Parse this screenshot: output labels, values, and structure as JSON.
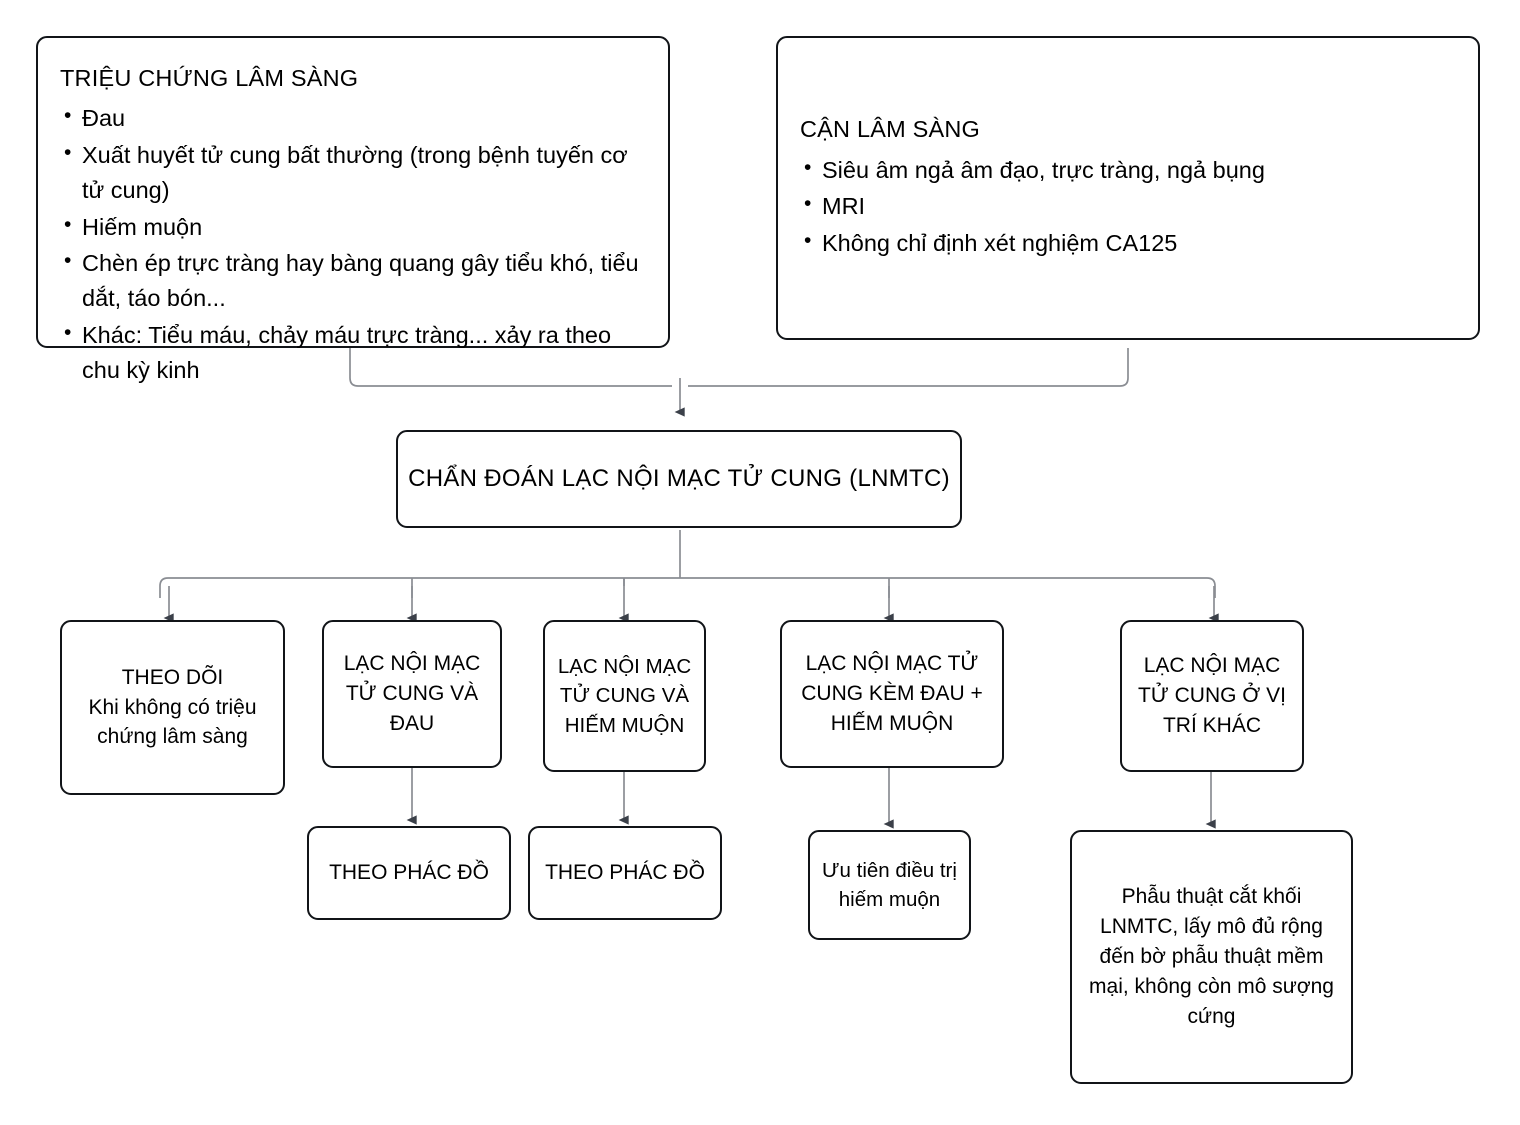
{
  "diagram": {
    "title": "CHẨN ĐOÁN LẠC NỘI MẠC TỬ CUNG (LNMTC)",
    "colors": {
      "box_border": "#111418",
      "connector_line": "#8a8d93",
      "arrow_head": "#3b4049",
      "background": "#ffffff",
      "text": "#000000"
    }
  },
  "clinical_panel": {
    "title": "TRIỆU CHỨNG LÂM SÀNG",
    "bullets": [
      "Đau",
      "Xuất huyết tử cung bất thường (trong bệnh tuyến cơ tử cung)",
      "Hiếm muộn",
      "Chèn ép trực tràng hay bàng quang gây tiểu khó, tiểu dắt, táo bón...",
      "Khác: Tiểu máu, chảy máu trực tràng... xảy ra theo chu kỳ kinh"
    ]
  },
  "paraclinical_panel": {
    "title": "CẬN LÂM SÀNG",
    "bullets": [
      "Siêu âm ngả âm đạo, trực tràng, ngả bụng",
      "MRI",
      "Không chỉ định xét nghiệm CA125"
    ]
  },
  "diagnosis_node": {
    "label": "CHẨN ĐOÁN LẠC NỘI MẠC TỬ CUNG (LNMTC)"
  },
  "branches": [
    {
      "title": "THEO DÕI",
      "subtitle": "Khi không có triệu chứng lâm sàng",
      "outcome": null
    },
    {
      "title": "LẠC NỘI MẠC TỬ CUNG VÀ ĐAU",
      "subtitle": null,
      "outcome": "THEO PHÁC ĐỒ"
    },
    {
      "title": "LẠC NỘI MẠC TỬ CUNG VÀ HIẾM MUỘN",
      "subtitle": null,
      "outcome": "THEO PHÁC ĐỒ"
    },
    {
      "title": "LẠC NỘI MẠC TỬ CUNG KÈM ĐAU + HIẾM MUỘN",
      "subtitle": null,
      "outcome": "Ưu tiên điều trị hiếm muộn"
    },
    {
      "title": "LẠC NỘI MẠC TỬ CUNG Ở VỊ TRÍ KHÁC",
      "subtitle": null,
      "outcome": "Phẫu thuật cắt khối LNMTC, lấy mô đủ rộng đến bờ phẫu thuật mềm mại, không còn mô sượng cứng"
    }
  ]
}
